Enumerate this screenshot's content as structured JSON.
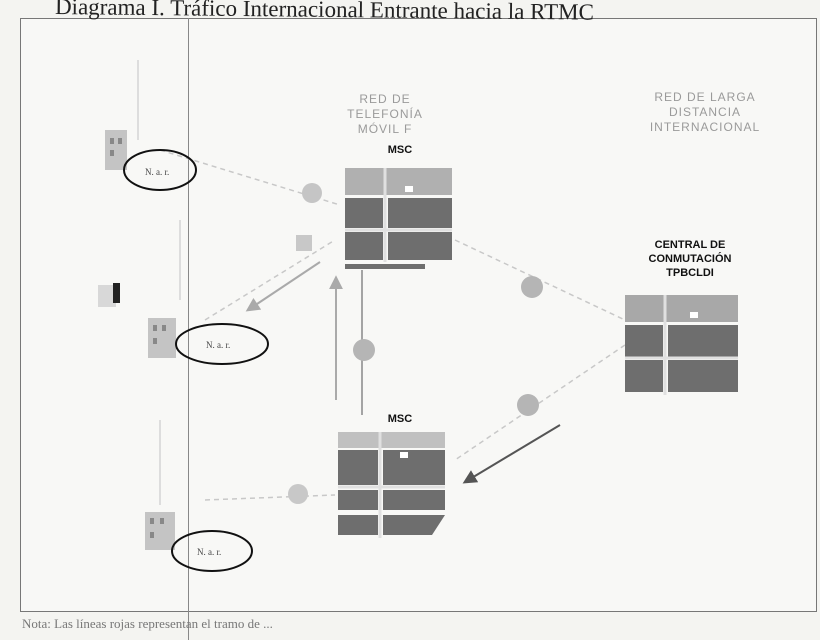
{
  "title": "Diagrama I. Tráfico Internacional Entrante hacia la RTMC",
  "mobile_network_label": [
    "RED DE",
    "TELEFONÍA",
    "MÓVIL F"
  ],
  "long_distance_label": [
    "RED DE LARGA",
    "DISTANCIA",
    "INTERNACIONAL"
  ],
  "msc_top": "MSC",
  "msc_bottom": "MSC",
  "switch_label": [
    "CENTRAL DE",
    "CONMUTACIÓN",
    "TPBCLDI"
  ],
  "ellipse_labels": [
    "N. a. r.",
    "N. a. r.",
    "N. a. r."
  ],
  "note": "Nota: Las líneas rojas representan el tramo de ...",
  "colors": {
    "grid_dark": "#6e6e6e",
    "grid_light": "#d9d9d9",
    "node": "#b8b8b8",
    "line": "#c8c8c8",
    "arrow": "#555555"
  }
}
